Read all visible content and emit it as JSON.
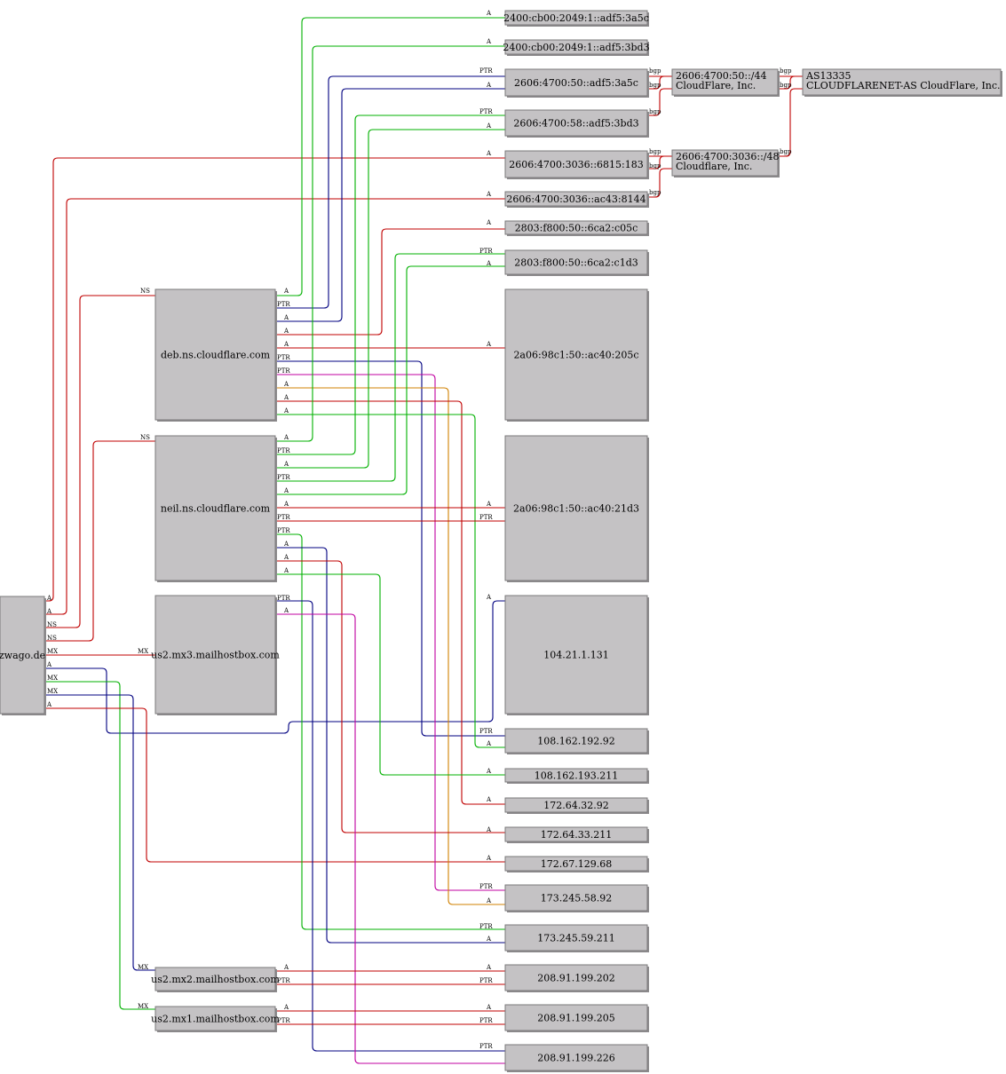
{
  "colors": {
    "red": "#c00000",
    "green": "#00b000",
    "navy": "#000080",
    "magenta": "#c000a0",
    "orange": "#d08000"
  },
  "nodes": {
    "zwago": "zwago.de",
    "deb": "deb.ns.cloudflare.com",
    "neil": "neil.ns.cloudflare.com",
    "mx3": "us2.mx3.mailhostbox.com",
    "mx2": "us2.mx2.mailhostbox.com",
    "mx1": "us2.mx1.mailhostbox.com",
    "ip6_1": "2400:cb00:2049:1::adf5:3a5c",
    "ip6_2": "2400:cb00:2049:1::adf5:3bd3",
    "ip6_3": "2606:4700:50::adf5:3a5c",
    "ip6_4": "2606:4700:58::adf5:3bd3",
    "ip6_5": "2606:4700:3036::6815:183",
    "ip6_6": "2606:4700:3036::ac43:8144",
    "ip6_7": "2803:f800:50::6ca2:c05c",
    "ip6_8": "2803:f800:50::6ca2:c1d3",
    "ip6_9": "2a06:98c1:50::ac40:205c",
    "ip6_10": "2a06:98c1:50::ac40:21d3",
    "ip4_1": "104.21.1.131",
    "ip4_2": "108.162.192.92",
    "ip4_3": "108.162.193.211",
    "ip4_4": "172.64.32.92",
    "ip4_5": "172.64.33.211",
    "ip4_6": "172.67.129.68",
    "ip4_7": "173.245.58.92",
    "ip4_8": "173.245.59.211",
    "ip4_9": "208.91.199.202",
    "ip4_10": "208.91.199.205",
    "ip4_11": "208.91.199.226",
    "net1": [
      "2606:4700:50::/44",
      "CloudFlare, Inc."
    ],
    "net2": [
      "2606:4700:3036::/48",
      "Cloudflare, Inc."
    ],
    "asn": [
      "AS13335",
      "CLOUDFLARENET-AS CloudFlare, Inc."
    ]
  },
  "labels": {
    "a": "A",
    "ptr": "PTR",
    "ns": "NS",
    "mx": "MX",
    "bgp": "bgp"
  }
}
